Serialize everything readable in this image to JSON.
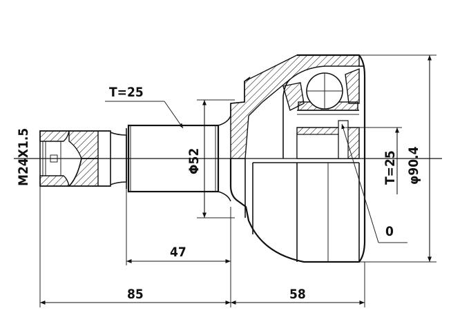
{
  "drawing": {
    "labels": {
      "thread": "M24X1.5",
      "teeth_left": "T=25",
      "teeth_right": "T=25",
      "shaft_diameter": "Φ52",
      "outer_diameter": "φ90.4",
      "seal_marker": "0",
      "dim_47": "47",
      "dim_85": "85",
      "dim_58": "58"
    },
    "colors": {
      "line": "#111111",
      "background": "#ffffff"
    }
  }
}
